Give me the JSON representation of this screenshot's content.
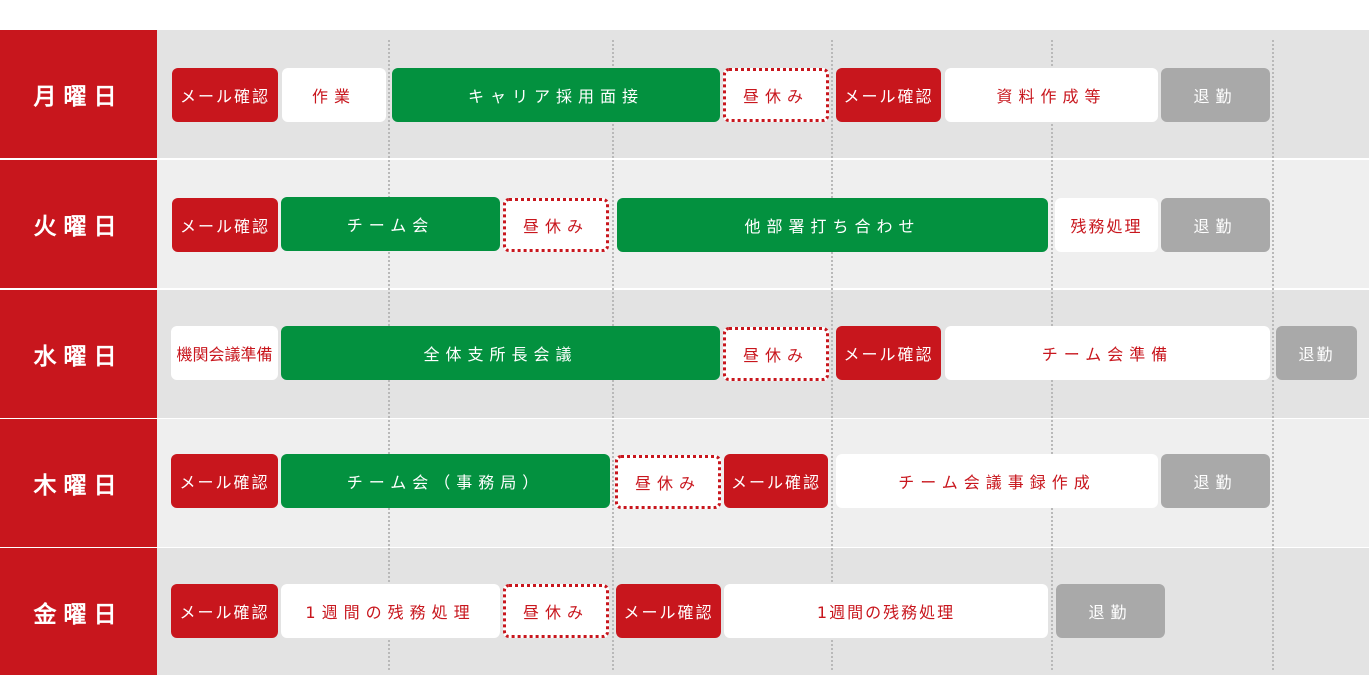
{
  "colors": {
    "brand_red": "#c8161d",
    "meeting_green": "#03913f",
    "leave_gray": "#a9a9a9",
    "task_white": "#ffffff"
  },
  "schedule": {
    "days": [
      {
        "label": "月曜日",
        "blocks": [
          {
            "text": "メール確認",
            "kind": "red"
          },
          {
            "text": "作業",
            "kind": "white"
          },
          {
            "text": "キャリア採用面接",
            "kind": "green"
          },
          {
            "text": "昼休み",
            "kind": "lunch"
          },
          {
            "text": "メール確認",
            "kind": "red"
          },
          {
            "text": "資料作成等",
            "kind": "white"
          },
          {
            "text": "退勤",
            "kind": "gray"
          }
        ]
      },
      {
        "label": "火曜日",
        "blocks": [
          {
            "text": "メール確認",
            "kind": "red"
          },
          {
            "text": "チーム会",
            "kind": "green"
          },
          {
            "text": "昼休み",
            "kind": "lunch"
          },
          {
            "text": "他部署打ち合わせ",
            "kind": "green"
          },
          {
            "text": "残務処理",
            "kind": "white"
          },
          {
            "text": "退勤",
            "kind": "gray"
          }
        ]
      },
      {
        "label": "水曜日",
        "blocks": [
          {
            "text": "機関会議準備",
            "kind": "white"
          },
          {
            "text": "全体支所長会議",
            "kind": "green"
          },
          {
            "text": "昼休み",
            "kind": "lunch"
          },
          {
            "text": "メール確認",
            "kind": "red"
          },
          {
            "text": "チーム会準備",
            "kind": "white"
          },
          {
            "text": "退勤",
            "kind": "gray"
          }
        ]
      },
      {
        "label": "木曜日",
        "blocks": [
          {
            "text": "メール確認",
            "kind": "red"
          },
          {
            "text": "チーム会（事務局）",
            "kind": "green"
          },
          {
            "text": "昼休み",
            "kind": "lunch"
          },
          {
            "text": "メール確認",
            "kind": "red"
          },
          {
            "text": "チーム会議事録作成",
            "kind": "white"
          },
          {
            "text": "退勤",
            "kind": "gray"
          }
        ]
      },
      {
        "label": "金曜日",
        "blocks": [
          {
            "text": "メール確認",
            "kind": "red"
          },
          {
            "text": "1週間の残務処理",
            "kind": "white"
          },
          {
            "text": "昼休み",
            "kind": "lunch"
          },
          {
            "text": "メール確認",
            "kind": "red"
          },
          {
            "text": "1週間の残務処理",
            "kind": "white"
          },
          {
            "text": "退勤",
            "kind": "gray"
          }
        ]
      }
    ]
  }
}
